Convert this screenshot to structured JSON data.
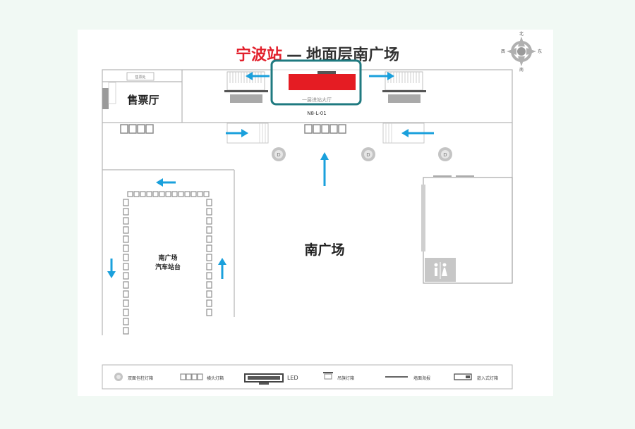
{
  "title": {
    "station": "宁波站",
    "separator": "—",
    "location": "地面层南广场"
  },
  "compass": {
    "north": "北",
    "south": "南",
    "east": "东",
    "west": "西"
  },
  "areas": {
    "ticket_hall": "售票厅",
    "south_plaza": "南广场",
    "bus_station_line1": "南广场",
    "bus_station_line2": "汽车站台",
    "small_sign": "售票处"
  },
  "ad_spot": {
    "code": "N8-L-01",
    "caption": "一层进站大厅"
  },
  "pillar_marker": "D",
  "legend": {
    "items": [
      {
        "icon": "pillar-light-box",
        "label": "双面包柱灯箱"
      },
      {
        "icon": "horizontal-light-box",
        "label": "横头灯箱"
      },
      {
        "icon": "led-screen",
        "label": "LED"
      },
      {
        "icon": "hanging-light-box",
        "label": "吊旗灯箱"
      },
      {
        "icon": "wall-banner",
        "label": "墙面海报"
      },
      {
        "icon": "embedded-light-box",
        "label": "嵌入式灯箱"
      }
    ]
  },
  "colors": {
    "highlight": "#e51c23",
    "highlight_frame": "#1f7a80",
    "arrow": "#1aa0dc",
    "wall": "#b5b5b5",
    "station_name": "#e2202c"
  }
}
